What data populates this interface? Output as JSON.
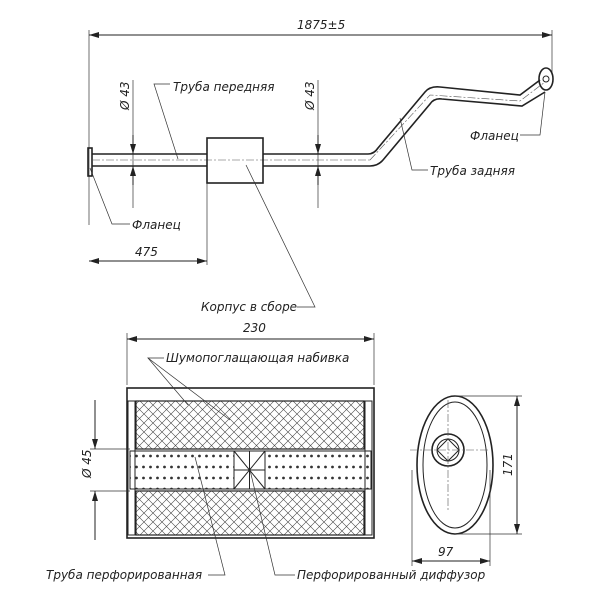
{
  "top_view": {
    "overall_length": "1875±5",
    "front_diameter": "Ø 43",
    "rear_diameter": "Ø 43",
    "offset_length": "475",
    "label_front_pipe": "Труба передняя",
    "label_flange_left": "Фланец",
    "label_flange_right": "Фланец",
    "label_rear_pipe": "Труба задняя",
    "label_body": "Корпус в сборе"
  },
  "section_view": {
    "length": "230",
    "tube_diameter": "Ø 45",
    "height": "171",
    "width": "97",
    "label_packing": "Шумопоглащающая набивка",
    "label_perforated_tube": "Труба  перфорированная",
    "label_diffuser": "Перфорированный диффузор"
  }
}
